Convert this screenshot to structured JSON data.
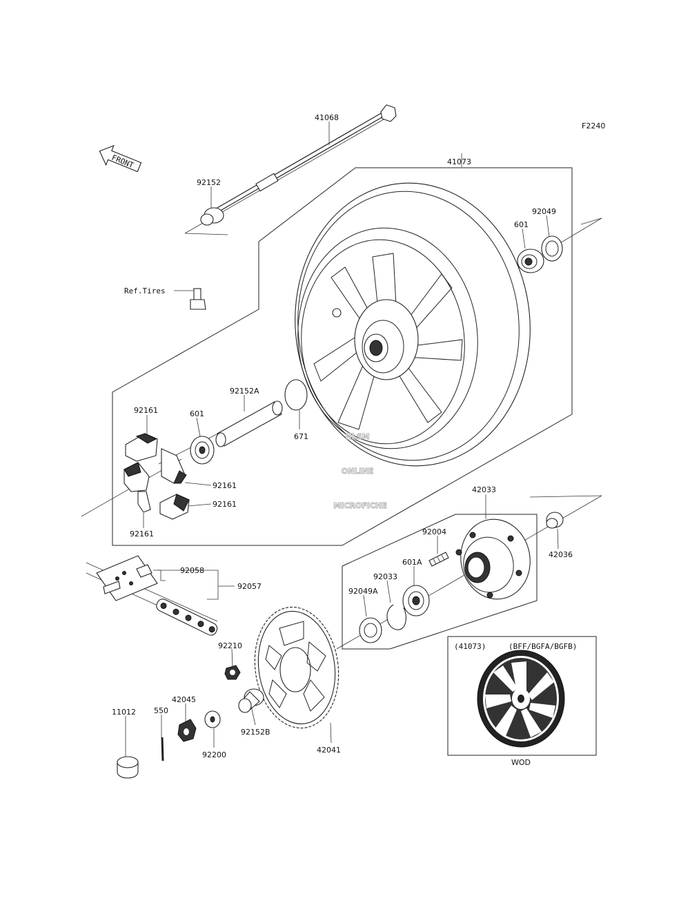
{
  "figure_code": "F2240",
  "front_label": "FRONT",
  "ref_tires_label": "Ref.Tires",
  "inset": {
    "header_left": "(41073)",
    "header_right": "(BFF/BGFA/BGFB)",
    "caption": "WOD"
  },
  "watermark": {
    "line1": "HLSM",
    "line2": "ONLINE",
    "line3": "MICROFICHE"
  },
  "callouts": {
    "p41068": "41068",
    "p41073": "41073",
    "p92152": "92152",
    "p92049": "92049",
    "p601_top": "601",
    "p92152A": "92152A",
    "p92161_a": "92161",
    "p92161_b": "92161",
    "p92161_c": "92161",
    "p92161_d": "92161",
    "p601_left": "601",
    "p671": "671",
    "p42033": "42033",
    "p92004": "92004",
    "p42036": "42036",
    "p601A": "601A",
    "p92033": "92033",
    "p92049A": "92049A",
    "p92058": "92058",
    "p92057": "92057",
    "p92210": "92210",
    "p42045": "42045",
    "p550": "550",
    "p11012": "11012",
    "p92200": "92200",
    "p92152B": "92152B",
    "p42041": "42041"
  }
}
